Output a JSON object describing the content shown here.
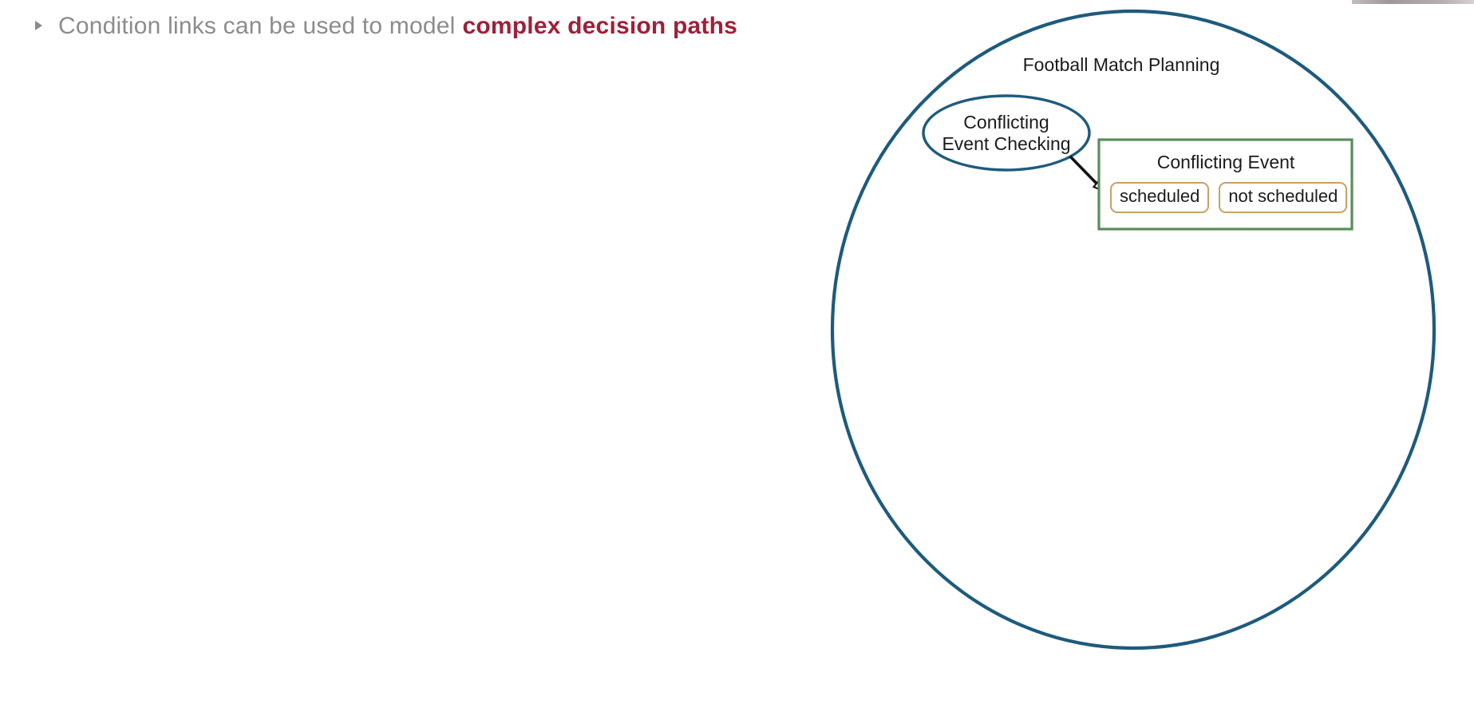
{
  "slide": {
    "background_color": "#ffffff",
    "bullet": {
      "marker": "triangle-bullet-icon",
      "text_plain": "Condition links can be used to model",
      "text_emphasis": "complex decision paths",
      "plain_color": "#8c8c8c",
      "emphasis_color": "#9e2039"
    }
  },
  "diagram": {
    "type": "om-object-model-diagram",
    "context_circle": {
      "label": "Football Match Planning",
      "stroke_color": "#1e5b7d"
    },
    "process_ellipse": {
      "label_line1": "Conflicting",
      "label_line2": "Event Checking",
      "stroke_color": "#1e5b7d"
    },
    "condition_link": {
      "name": "condition-link-arrow",
      "stroke_color": "#111111",
      "arrowhead": "open-triangle"
    },
    "object_box": {
      "title": "Conflicting Event",
      "border_color": "#5b8c5a",
      "states": [
        {
          "label": "scheduled"
        },
        {
          "label": "not scheduled"
        }
      ],
      "state_border_color": "#c9a063"
    }
  }
}
